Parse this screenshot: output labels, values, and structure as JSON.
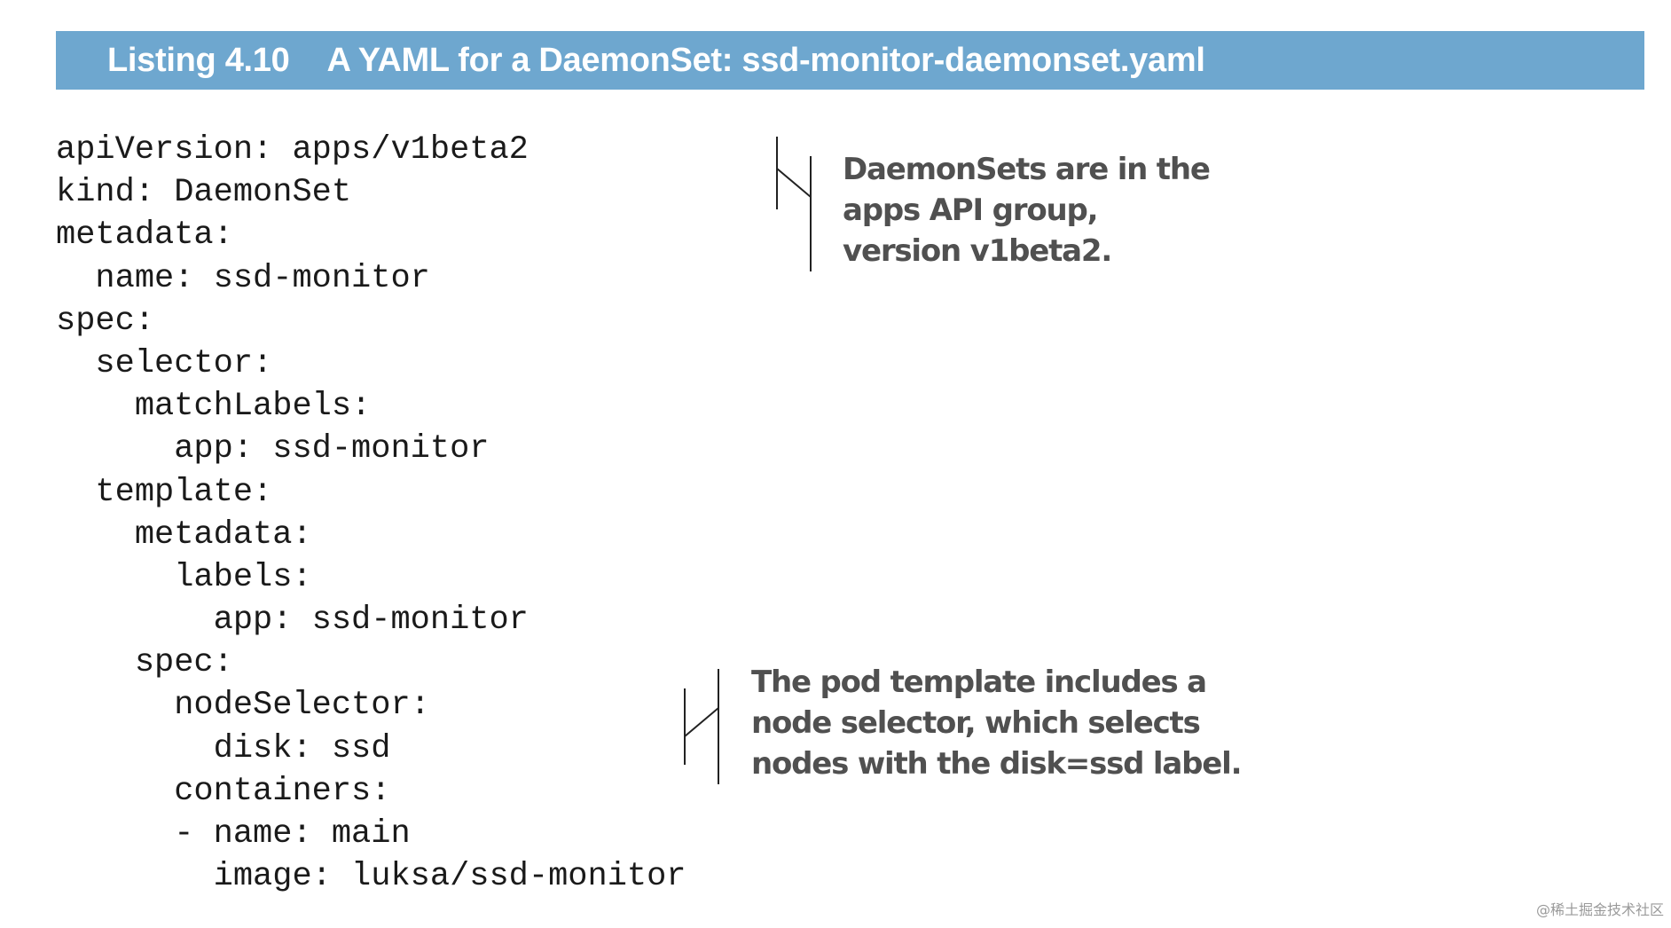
{
  "listing": {
    "number": "Listing 4.10",
    "title": "A YAML for a DaemonSet: ssd-monitor-daemonset.yaml"
  },
  "code_lines": [
    "apiVersion: apps/v1beta2",
    "kind: DaemonSet",
    "metadata:",
    "  name: ssd-monitor",
    "spec:",
    "  selector:",
    "    matchLabels:",
    "      app: ssd-monitor",
    "  template:",
    "    metadata:",
    "      labels:",
    "        app: ssd-monitor",
    "    spec:",
    "      nodeSelector:",
    "        disk: ssd",
    "      containers:",
    "      - name: main",
    "        image: luksa/ssd-monitor"
  ],
  "annotations": [
    {
      "lines": [
        "DaemonSets are in the",
        "apps API group,",
        "version v1beta2."
      ]
    },
    {
      "lines": [
        "The pod template includes a",
        "node selector, which selects",
        "nodes with the disk=ssd label."
      ]
    }
  ],
  "watermark": "@稀土掘金技术社区"
}
